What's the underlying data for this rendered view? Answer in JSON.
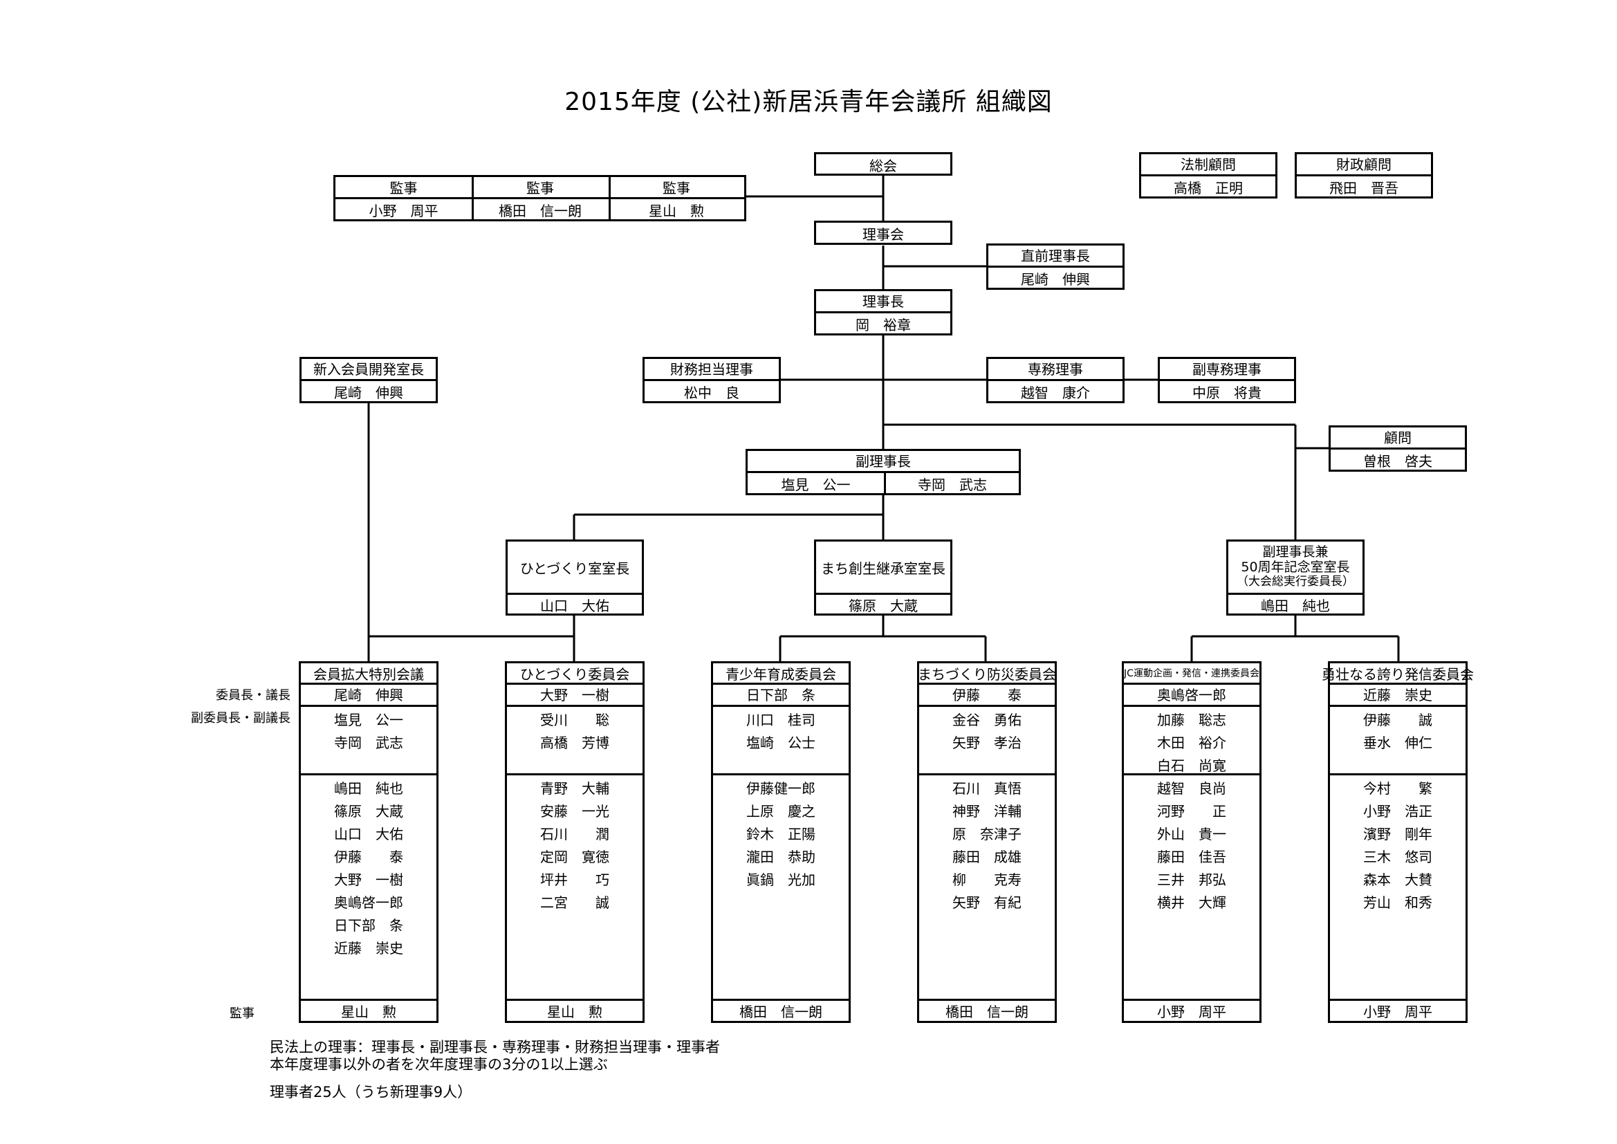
{
  "title": "2015年度 (公社)新居浜青年会議所 組織図",
  "top": {
    "soukai": "総会",
    "rijikai": "理事会",
    "auditors": [
      {
        "role": "監事",
        "name": "小野　周平"
      },
      {
        "role": "監事",
        "name": "橋田　信一朗"
      },
      {
        "role": "監事",
        "name": "星山　勲"
      }
    ],
    "legal_advisor": {
      "role": "法制顧問",
      "name": "高橋　正明"
    },
    "finance_advisor": {
      "role": "財政顧問",
      "name": "飛田　晋吾"
    },
    "former_president": {
      "role": "直前理事長",
      "name": "尾崎　伸興"
    },
    "president": {
      "role": "理事長",
      "name": "岡　裕章"
    },
    "new_member_head": {
      "role": "新入会員開発室長",
      "name": "尾崎　伸興"
    },
    "treasurer": {
      "role": "財務担当理事",
      "name": "松中　良"
    },
    "executive_director": {
      "role": "専務理事",
      "name": "越智　康介"
    },
    "vice_executive_director": {
      "role": "副専務理事",
      "name": "中原　将貴"
    },
    "advisor": {
      "role": "顧問",
      "name": "曽根　啓夫"
    },
    "vice_presidents": {
      "role": "副理事長",
      "names": [
        "塩見　公一",
        "寺岡　武志"
      ]
    },
    "hitozukuri_head": {
      "role": "ひとづくり室室長",
      "name": "山口　大佑"
    },
    "machi_head": {
      "role": "まち創生継承室室長",
      "name": "篠原　大蔵"
    },
    "anniversary_head": {
      "role_lines": [
        "副理事長兼",
        "50周年記念室室長",
        "（大会総実行委員長）"
      ],
      "name": "嶋田　純也"
    }
  },
  "side_labels": {
    "chair": "委員長・議長",
    "vice_chair": "副委員長・副議長",
    "auditor": "監事"
  },
  "committees": [
    {
      "title": "会員拡大特別会議",
      "chair": "尾崎　伸興",
      "vice": [
        "塩見　公一",
        "寺岡　武志"
      ],
      "members": [
        "嶋田　純也",
        "篠原　大蔵",
        "山口　大佑",
        "伊藤　　泰",
        "大野　一樹",
        "奥嶋啓一郎",
        "日下部　条",
        "近藤　崇史"
      ],
      "auditor": "星山　勲"
    },
    {
      "title": "ひとづくり委員会",
      "chair": "大野　一樹",
      "vice": [
        "受川　　聡",
        "高橋　芳博"
      ],
      "members": [
        "青野　大輔",
        "安藤　一光",
        "石川　　潤",
        "定岡　寛徳",
        "坪井　　巧",
        "二宮　　誠"
      ],
      "auditor": "星山　勲"
    },
    {
      "title": "青少年育成委員会",
      "chair": "日下部　条",
      "vice": [
        "川口　桂司",
        "塩崎　公士"
      ],
      "members": [
        "伊藤健一郎",
        "上原　慶之",
        "鈴木　正陽",
        "瀧田　恭助",
        "眞鍋　光加"
      ],
      "auditor": "橋田　信一朗"
    },
    {
      "title": "まちづくり防災委員会",
      "chair": "伊藤　　泰",
      "vice": [
        "金谷　勇佑",
        "矢野　孝治"
      ],
      "members": [
        "石川　真悟",
        "神野　洋輔",
        "原　奈津子",
        "藤田　成雄",
        "柳　　克寿",
        "矢野　有紀"
      ],
      "auditor": "橋田　信一朗"
    },
    {
      "title": "JC運動企画・発信・連携委員会",
      "chair": "奥嶋啓一郎",
      "vice": [
        "加藤　聡志",
        "木田　裕介",
        "白石　尚寛"
      ],
      "members": [
        "越智　良尚",
        "河野　　正",
        "外山　貴一",
        "藤田　佳吾",
        "三井　邦弘",
        "横井　大輝"
      ],
      "auditor": "小野　周平"
    },
    {
      "title": "勇壮なる誇り発信委員会",
      "chair": "近藤　崇史",
      "vice": [
        "伊藤　　誠",
        "垂水　伸仁"
      ],
      "members": [
        "今村　　繁",
        "小野　浩正",
        "濱野　剛年",
        "三木　悠司",
        "森本　大賛",
        "芳山　和秀"
      ],
      "auditor": "小野　周平"
    }
  ],
  "notes": [
    "民法上の理事：理事長・副理事長・専務理事・財務担当理事・理事者",
    "本年度理事以外の者を次年度理事の3分の1以上選ぶ",
    "理事者25人（うち新理事9人）"
  ]
}
